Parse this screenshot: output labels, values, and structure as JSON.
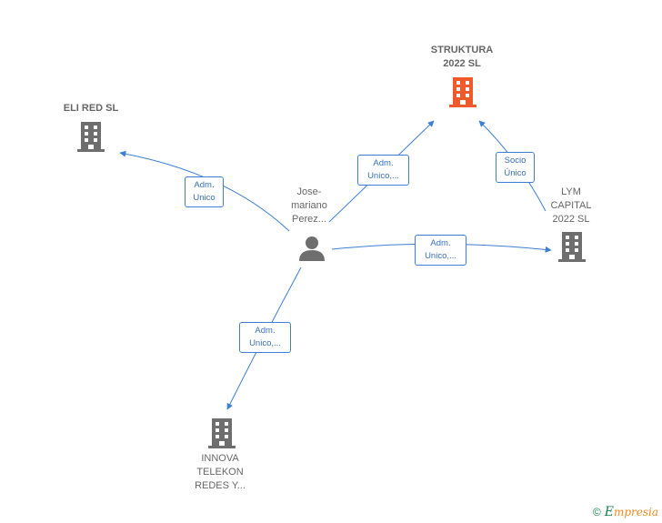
{
  "nodes": {
    "struktura": {
      "label": "STRUKTURA\n2022  SL",
      "color": "#ee5a2a"
    },
    "elired": {
      "label": "ELI RED  SL",
      "color": "#6e6e6e"
    },
    "lym": {
      "label": "LYM\nCAPITAL\n2022  SL",
      "color": "#6e6e6e"
    },
    "innova": {
      "label": "INNOVA\nTELEKON\nREDES Y...",
      "color": "#6e6e6e"
    },
    "person": {
      "label": "Jose-\nmariano\nPerez...",
      "color": "#6e6e6e"
    }
  },
  "edges": {
    "to_elired": {
      "label": "Adm.\nUnico"
    },
    "to_struktura": {
      "label": "Adm.\nUnico,..."
    },
    "lym_struktura": {
      "label": "Socio\nÚnico"
    },
    "to_lym": {
      "label": "Adm.\nUnico,..."
    },
    "to_innova": {
      "label": "Adm.\nUnico,..."
    }
  },
  "edge_color": "#3d7fd4",
  "footer": {
    "copyright": "©",
    "brand": "Empresia"
  }
}
